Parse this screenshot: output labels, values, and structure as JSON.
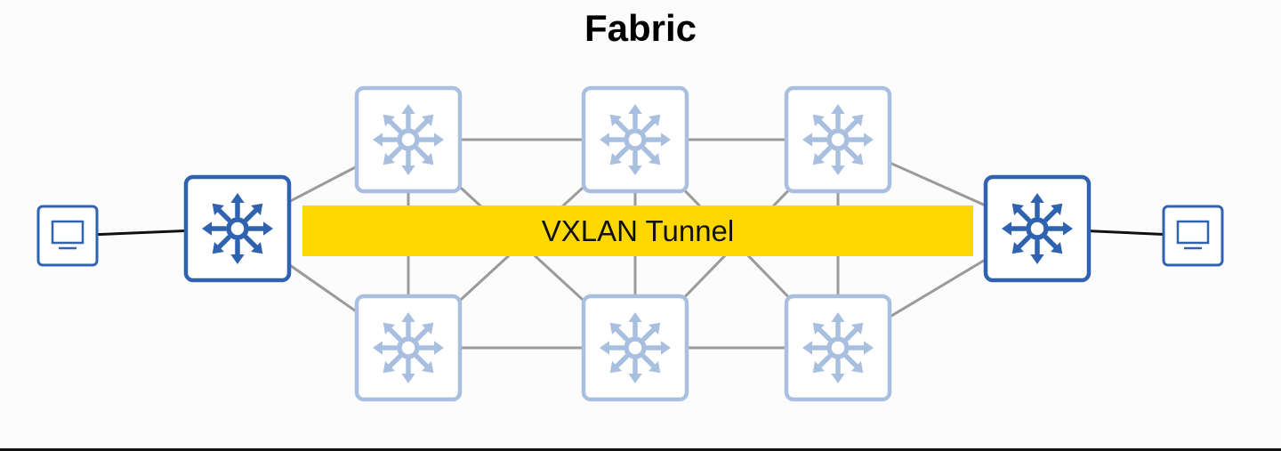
{
  "title": "Fabric",
  "tunnel_label": "VXLAN Tunnel",
  "colors": {
    "edge_switch": "#2f63b0",
    "fabric_switch": "#a9bfe0",
    "tunnel": "#fcd800",
    "fabric_link": "#9a9a9a",
    "access_link": "#111111"
  },
  "nodes": [
    {
      "id": "host-left",
      "kind": "host",
      "icon": "monitor-icon"
    },
    {
      "id": "edge-switch-left",
      "kind": "edge-switch",
      "icon": "switch-arrows-icon"
    },
    {
      "id": "fabric-switch-top-1",
      "kind": "fabric-switch",
      "icon": "switch-arrows-icon"
    },
    {
      "id": "fabric-switch-top-2",
      "kind": "fabric-switch",
      "icon": "switch-arrows-icon"
    },
    {
      "id": "fabric-switch-top-3",
      "kind": "fabric-switch",
      "icon": "switch-arrows-icon"
    },
    {
      "id": "fabric-switch-bottom-1",
      "kind": "fabric-switch",
      "icon": "switch-arrows-icon"
    },
    {
      "id": "fabric-switch-bottom-2",
      "kind": "fabric-switch",
      "icon": "switch-arrows-icon"
    },
    {
      "id": "fabric-switch-bottom-3",
      "kind": "fabric-switch",
      "icon": "switch-arrows-icon"
    },
    {
      "id": "edge-switch-right",
      "kind": "edge-switch",
      "icon": "switch-arrows-icon"
    },
    {
      "id": "host-right",
      "kind": "host",
      "icon": "monitor-icon"
    }
  ],
  "links": [
    {
      "from": "host-left",
      "to": "edge-switch-left",
      "type": "access"
    },
    {
      "from": "edge-switch-right",
      "to": "host-right",
      "type": "access"
    },
    {
      "from": "edge-switch-left",
      "to": "fabric-switch-top-1",
      "type": "fabric"
    },
    {
      "from": "edge-switch-left",
      "to": "fabric-switch-bottom-1",
      "type": "fabric"
    },
    {
      "from": "fabric-switch-top-1",
      "to": "fabric-switch-top-2",
      "type": "fabric"
    },
    {
      "from": "fabric-switch-top-2",
      "to": "fabric-switch-top-3",
      "type": "fabric"
    },
    {
      "from": "fabric-switch-bottom-1",
      "to": "fabric-switch-bottom-2",
      "type": "fabric"
    },
    {
      "from": "fabric-switch-bottom-2",
      "to": "fabric-switch-bottom-3",
      "type": "fabric"
    },
    {
      "from": "fabric-switch-top-1",
      "to": "fabric-switch-bottom-1",
      "type": "fabric"
    },
    {
      "from": "fabric-switch-top-2",
      "to": "fabric-switch-bottom-2",
      "type": "fabric"
    },
    {
      "from": "fabric-switch-top-3",
      "to": "fabric-switch-bottom-3",
      "type": "fabric"
    },
    {
      "from": "fabric-switch-top-1",
      "to": "fabric-switch-bottom-2",
      "type": "fabric"
    },
    {
      "from": "fabric-switch-bottom-1",
      "to": "fabric-switch-top-2",
      "type": "fabric"
    },
    {
      "from": "fabric-switch-top-2",
      "to": "fabric-switch-bottom-3",
      "type": "fabric"
    },
    {
      "from": "fabric-switch-bottom-2",
      "to": "fabric-switch-top-3",
      "type": "fabric"
    },
    {
      "from": "fabric-switch-top-3",
      "to": "edge-switch-right",
      "type": "fabric"
    },
    {
      "from": "fabric-switch-bottom-3",
      "to": "edge-switch-right",
      "type": "fabric"
    }
  ]
}
